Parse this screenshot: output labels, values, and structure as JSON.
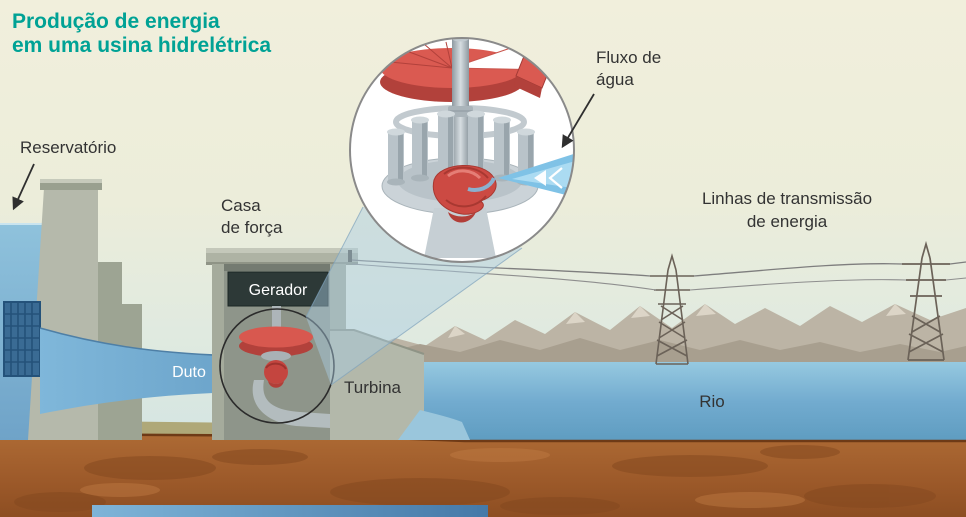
{
  "title": {
    "line1": "Produção de energia",
    "line2": "em uma usina hidrelétrica"
  },
  "labels": {
    "reservoir": "Reservatório",
    "powerhouse_line1": "Casa",
    "powerhouse_line2": "de força",
    "generator": "Gerador",
    "duct": "Duto",
    "turbine": "Turbina",
    "water_flow_line1": "Fluxo de",
    "water_flow_line2": "água",
    "transmission_line1": "Linhas de transmissão",
    "transmission_line2": "de energia",
    "river": "Rio"
  },
  "colors": {
    "title_teal": "#00A295",
    "label_text": "#333333",
    "rotor_red": "#DA5A51",
    "turbine_red": "#CC4A43",
    "jet_blue": "#7FC2E6",
    "river_blue": "#6FA9CE",
    "reservoir_blue": "#7FB5D6",
    "earth_brown": "#A2602F",
    "concrete_gray": "#B5B9AB",
    "generator_box": "#2D3937",
    "mountain_tan": "#B2A999"
  }
}
